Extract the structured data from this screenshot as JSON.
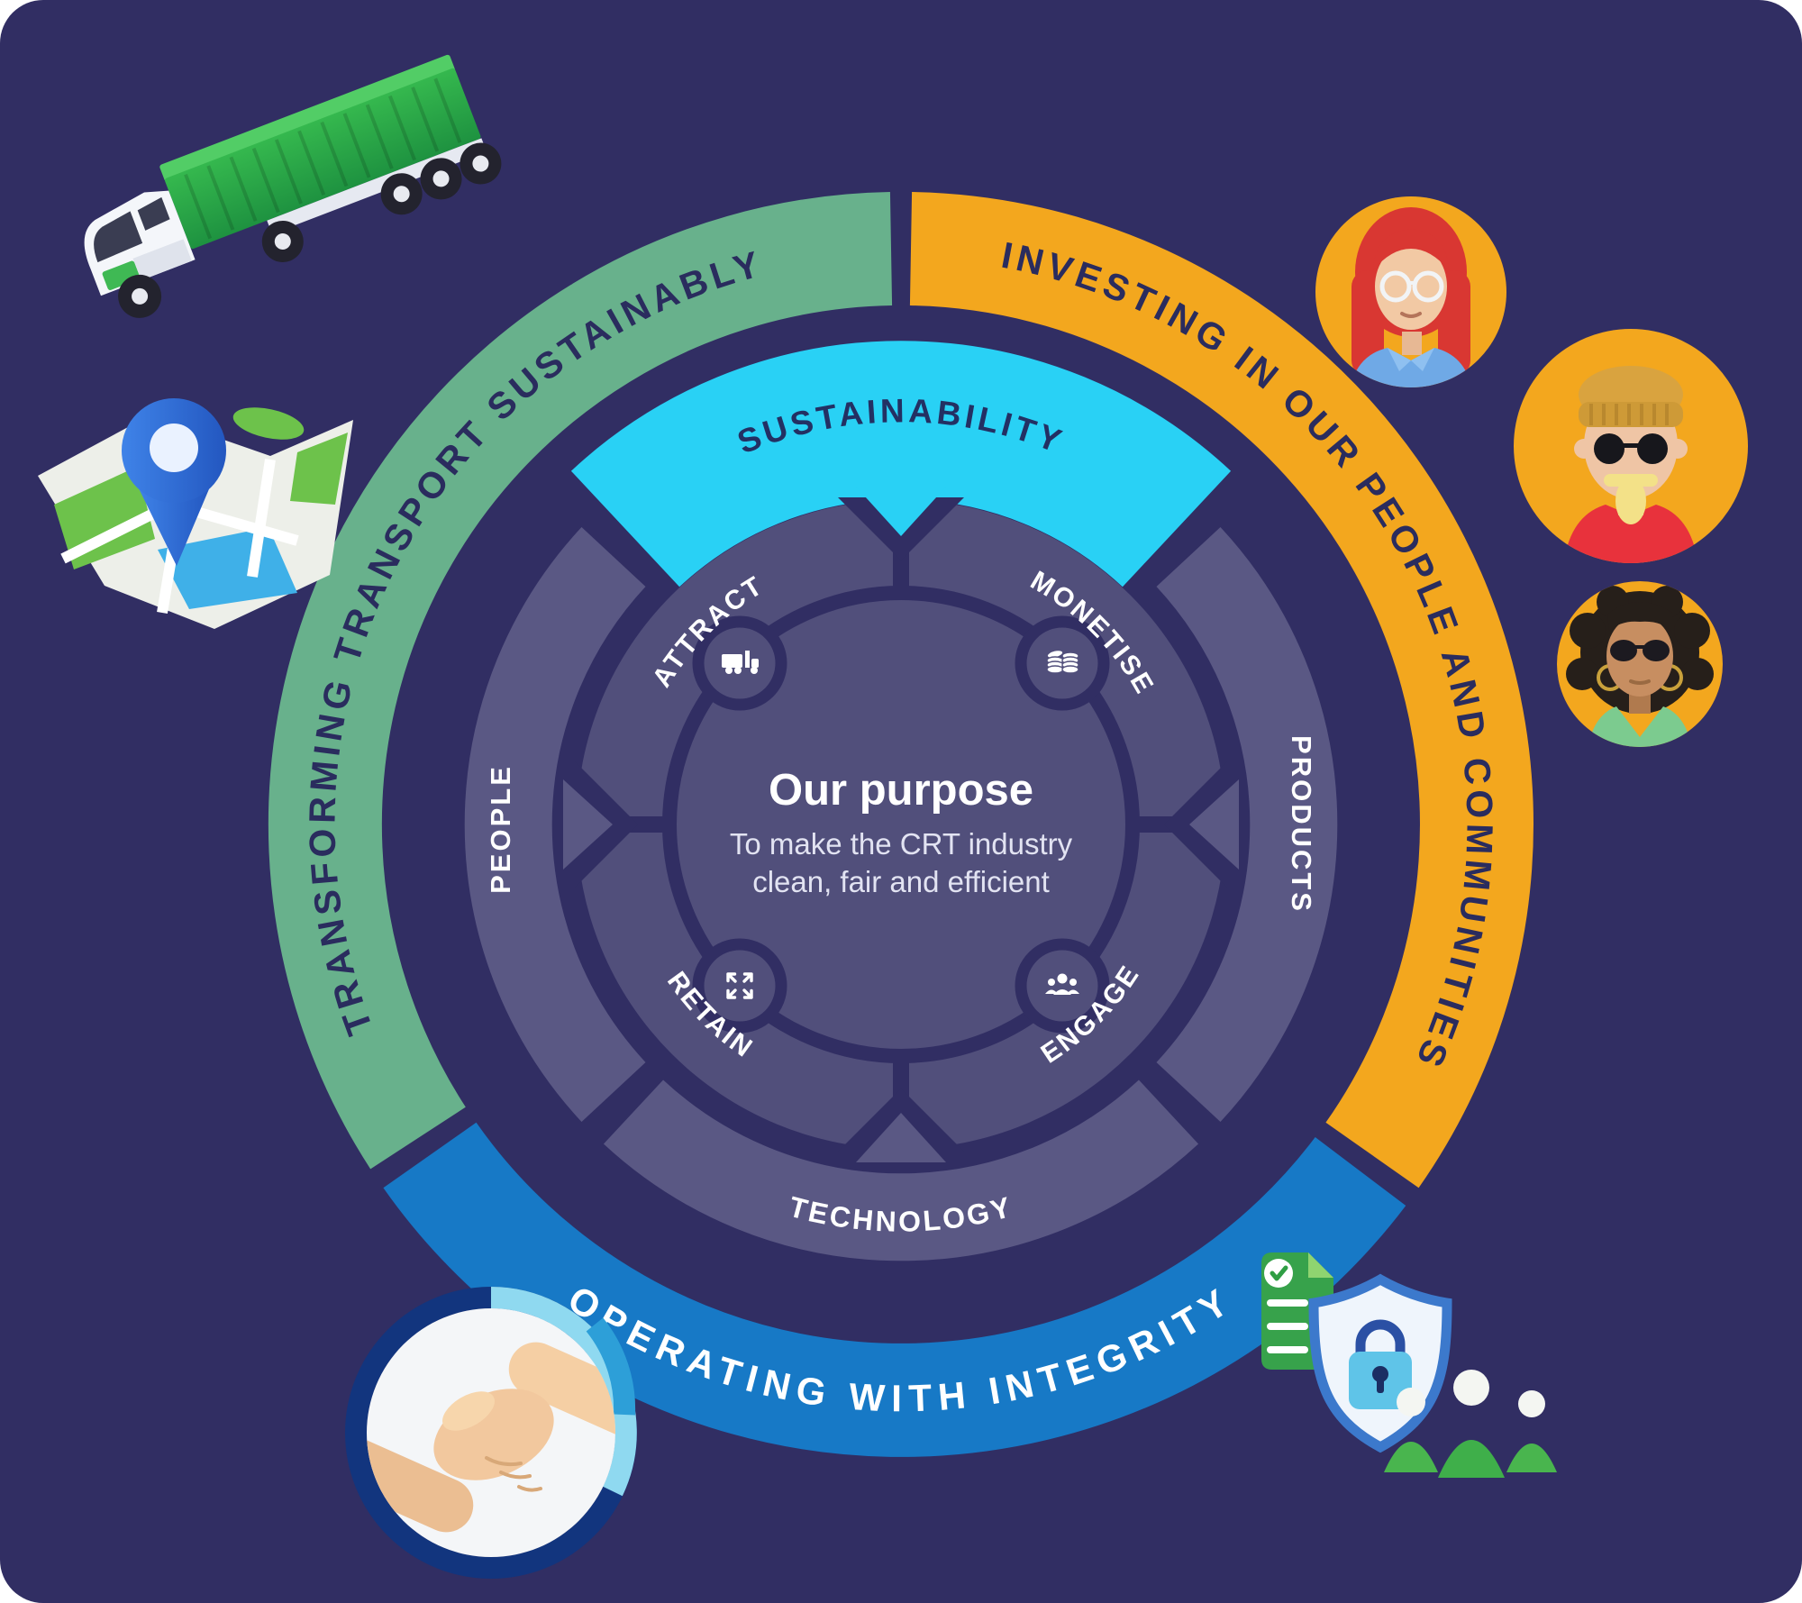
{
  "colors": {
    "background": "#312E63",
    "green_arc": "#68B18C",
    "orange_arc": "#F3A71E",
    "blue_arc": "#1779C6",
    "cyan_segment": "#29D1F5",
    "middle_ring_grey": "#5A5884",
    "inner_wheel_grey": "#514F7B",
    "navy_text": "#2A2C5E",
    "white_text": "#FFFFFF"
  },
  "outer_ring": {
    "segments": [
      {
        "id": "transforming",
        "label": "TRANSFORMING TRANSPORT SUSTAINABLY",
        "color": "#68B18C"
      },
      {
        "id": "investing",
        "label": "INVESTING IN OUR PEOPLE AND COMMUNITIES",
        "color": "#F3A71E"
      },
      {
        "id": "integrity",
        "label": "OPERATING WITH INTEGRITY",
        "color": "#1779C6"
      }
    ]
  },
  "middle_ring": {
    "segments": [
      {
        "id": "sustainability",
        "label": "SUSTAINABILITY",
        "color": "#29D1F5"
      },
      {
        "id": "products",
        "label": "PRODUCTS",
        "color": "#5A5884"
      },
      {
        "id": "technology",
        "label": "TECHNOLOGY",
        "color": "#5A5884"
      },
      {
        "id": "people",
        "label": "PEOPLE",
        "color": "#5A5884"
      }
    ]
  },
  "inner_wheel": {
    "quadrants": [
      {
        "id": "attract",
        "label": "ATTRACT",
        "icon": "truck-icon"
      },
      {
        "id": "monetise",
        "label": "MONETISE",
        "icon": "coins-icon"
      },
      {
        "id": "engage",
        "label": "ENGAGE",
        "icon": "people-group-icon"
      },
      {
        "id": "retain",
        "label": "RETAIN",
        "icon": "expand-arrows-icon"
      }
    ]
  },
  "center": {
    "title": "Our purpose",
    "subtitle_line1": "To make the CRT industry",
    "subtitle_line2": "clean, fair and efficient"
  }
}
